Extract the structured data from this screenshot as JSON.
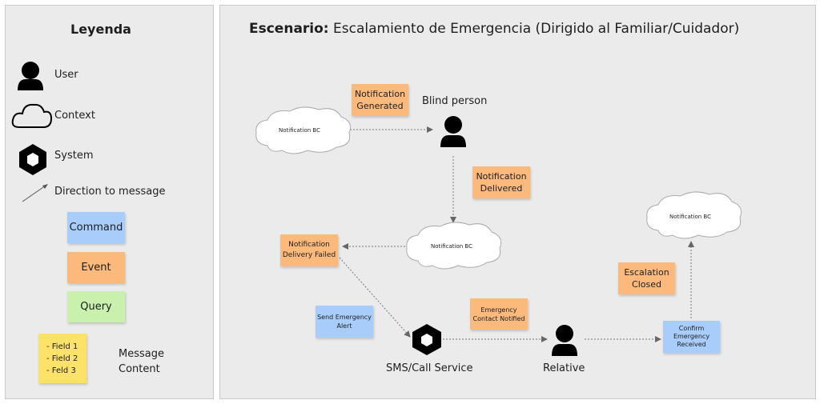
{
  "legend": {
    "title": "Leyenda",
    "user_label": "User",
    "context_label": "Context",
    "system_label": "System",
    "direction_label": "Direction to message",
    "command_label": "Command",
    "event_label": "Event",
    "query_label": "Query",
    "fields": "- Field 1\n- Field 2\n- Feld 3",
    "message_content": "Message\nContent"
  },
  "scenario": {
    "title_bold": "Escenario:",
    "title_rest": " Escalamiento de Emergencia (Dirigido al Familiar/Cuidador)"
  },
  "nodes": {
    "cloud_top_left": "Notification BC",
    "cloud_middle": "Notification BC",
    "cloud_right": "Notification BC",
    "blind_person": "Blind person",
    "relative": "Relative",
    "sms_service": "SMS/Call Service"
  },
  "notes": {
    "notification_generated": "Notification\nGenerated",
    "notification_delivered": "Notification\nDelivered",
    "delivery_failed": "Notification\nDelivery Failed",
    "send_emergency_alert": "Send Emergency\nAlert",
    "emergency_contact_notified": "Emergency\nContact Notified",
    "escalation_closed": "Escalation\nClosed",
    "confirm_emergency_received": "Confirm\nEmergency\nReceived"
  },
  "colors": {
    "command": "#a8cdfb",
    "event": "#fbb97c",
    "query": "#caf0ad",
    "field": "#fde26a",
    "panel": "#ebebeb"
  },
  "icons": {
    "user": "user-icon",
    "context": "cloud-icon",
    "system": "hexagon-system-icon",
    "direction": "arrow-icon"
  }
}
